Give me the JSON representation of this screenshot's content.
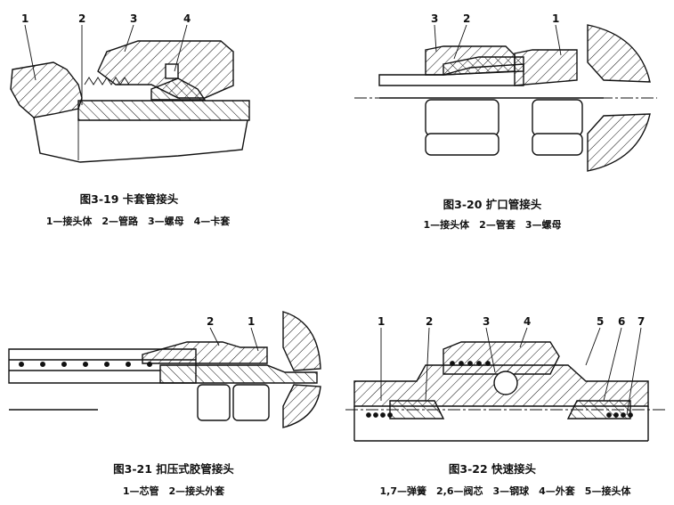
{
  "figures": [
    {
      "id": "3-19",
      "caption": "图3-19 卡套管接头",
      "legend": "1—接头体　2—管路　3—螺母　4—卡套",
      "labels": [
        "1",
        "2",
        "3",
        "4"
      ]
    },
    {
      "id": "3-20",
      "caption": "图3-20 扩口管接头",
      "legend": "1—接头体　2—管套　3—螺母",
      "labels": [
        "3",
        "2",
        "1"
      ]
    },
    {
      "id": "3-21",
      "caption": "图3-21 扣压式胶管接头",
      "legend": "1—芯管　2—接头外套",
      "labels": [
        "2",
        "1"
      ]
    },
    {
      "id": "3-22",
      "caption": "图3-22 快速接头",
      "legend": "1,7—弹簧　2,6—阀芯　3—钢球　4—外套　5—接头体",
      "labels": [
        "1",
        "2",
        "3",
        "4",
        "5",
        "6",
        "7"
      ]
    }
  ]
}
